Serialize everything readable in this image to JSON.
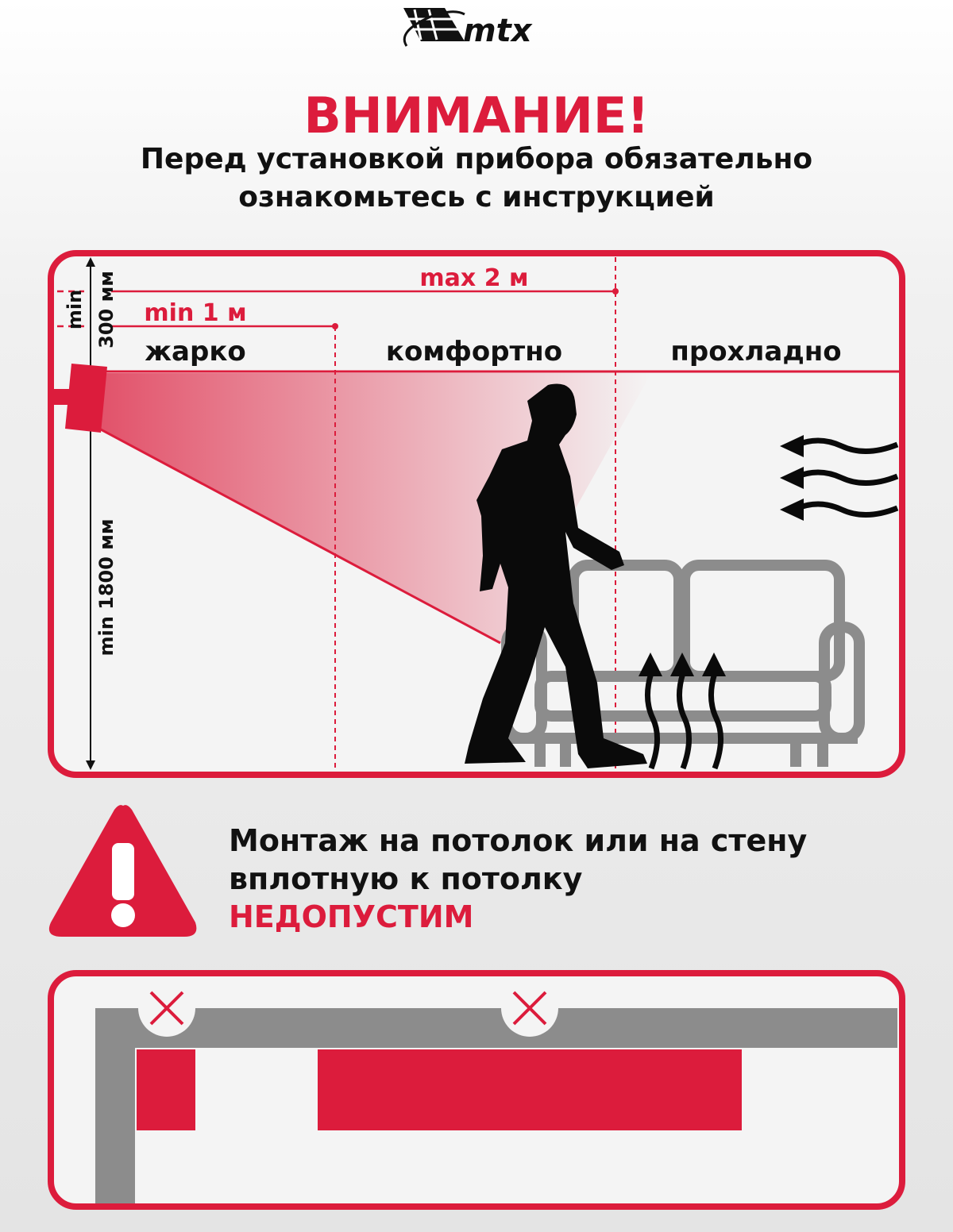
{
  "brand": {
    "logo_text": "mtx"
  },
  "header": {
    "title": "ВНИМАНИЕ!",
    "subtitle_line1": "Перед установкой прибора обязательно",
    "subtitle_line2": "ознакомьтесь с инструкцией"
  },
  "diagram": {
    "max_distance": "max 2 м",
    "min_distance": "min 1 м",
    "zone_hot": "жарко",
    "zone_comfort": "комфортно",
    "zone_cool": "прохладно",
    "min_label": "min",
    "ceiling_gap": "300 мм",
    "min_height": "min 1800 мм"
  },
  "warning": {
    "line1": "Монтаж на потолок или на стену",
    "line2": "вплотную к потолку",
    "emphasis": "НЕДОПУСТИМ"
  },
  "colors": {
    "accent": "#dc1c3c",
    "gray": "#8c8c8c",
    "text": "#111111"
  }
}
